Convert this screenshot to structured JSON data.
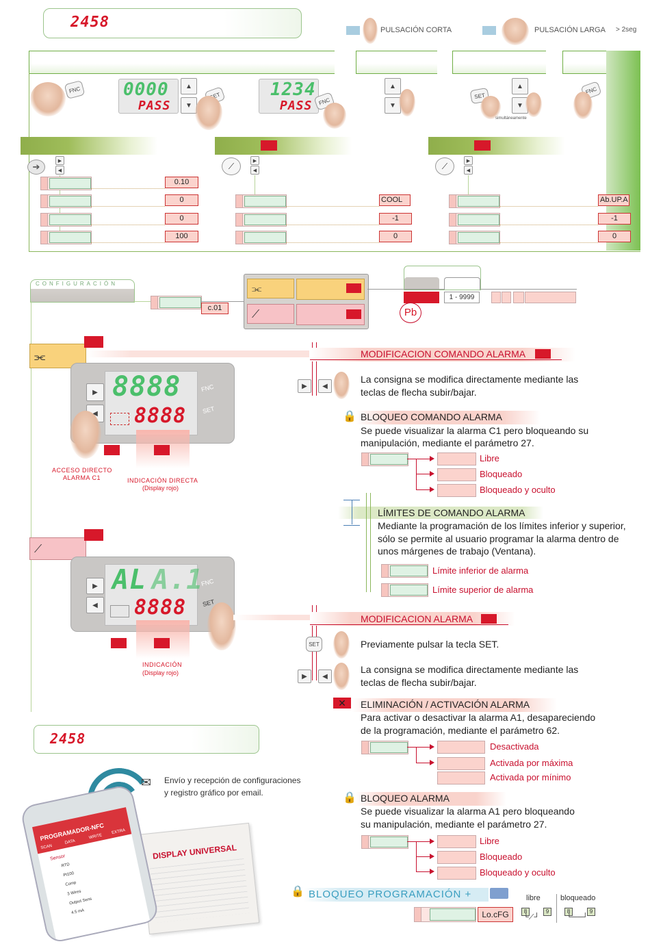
{
  "top_code": "2458",
  "legend": {
    "short_press": "PULSACIÓN CORTA",
    "long_press": "PULSACIÓN LARGA",
    "long_press_time": "> 2seg"
  },
  "access": {
    "display1_top": "0000",
    "display1_bottom": "PASS",
    "display2_top": "1234",
    "display2_bottom": "PASS",
    "simultaneous": "simultáneamente"
  },
  "keys": {
    "fnc": "FNC",
    "set": "SET"
  },
  "columns": [
    {
      "values": [
        "0.10",
        "0",
        "0",
        "100"
      ]
    },
    {
      "values": [
        "COOL",
        "-1",
        "0"
      ]
    },
    {
      "values": [
        "Ab.UP.A",
        "-1",
        "0"
      ]
    }
  ],
  "config": {
    "label": "CONFIGURACIÓN",
    "code": "c.01",
    "range": "1 - 9999",
    "pb": "Pb"
  },
  "section1": {
    "title": "MODIFICACION COMANDO ALARMA",
    "text": [
      "La consigna se modifica directamente mediante las",
      "teclas de flecha subir/bajar."
    ],
    "lock_title": "BLOQUEO COMANDO ALARMA",
    "lock_text": [
      "Se puede visualizar la alarma C1 pero bloqueando su",
      "manipulación, mediante el parámetro 27."
    ],
    "options": [
      "Libre",
      "Bloqueado",
      "Bloqueado y oculto"
    ],
    "limits_title": "LÍMITES DE COMANDO ALARMA",
    "limits_text": [
      "Mediante la programación de los límites inferior y superior,",
      "sólo se permite al usuario programar la alarma dentro de",
      "unos márgenes de trabajo (Ventana)."
    ],
    "limits_options": [
      "Límite inferior de alarma",
      "Límite superior de alarma"
    ]
  },
  "device1": {
    "top": "8888",
    "bottom": "8888",
    "label_left": [
      "ACCESO DIRECTO",
      "ALARMA C1"
    ],
    "label_right": [
      "INDICACIÓN DIRECTA",
      "(Display rojo)"
    ]
  },
  "device2": {
    "top": "AL",
    "top_b": "A.1",
    "bottom": "8888",
    "label": [
      "INDICACIÓN",
      "(Display rojo)"
    ]
  },
  "section2": {
    "title": "MODIFICACION ALARMA",
    "text1": "Previamente pulsar la tecla SET.",
    "text2": [
      "La consigna se modifica directamente mediante las",
      "teclas de flecha subir/bajar."
    ],
    "elim_title": "ELIMINACIÓN / ACTIVACIÓN ALARMA",
    "elim_text": [
      "Para activar o desactivar la alarma A1, desapareciendo",
      "de la programación, mediante el parámetro 62."
    ],
    "elim_options": [
      "Desactivada",
      "Activada por máxima",
      "Activada por mínimo"
    ],
    "lock_title": "BLOQUEO ALARMA",
    "lock_text": [
      "Se puede visualizar la alarma A1 pero bloqueando",
      "su manipulación, mediante el parámetro 27."
    ],
    "options": [
      "Libre",
      "Bloqueado",
      "Bloqueado y oculto"
    ]
  },
  "bottom_code": "2458",
  "email_text": [
    "Envío y recepción de configuraciones",
    "y registro gráfico por email."
  ],
  "phone": {
    "app_title": "PROGRAMADOR-NFC",
    "tabs": [
      "SCAN",
      "DATA",
      "WRITE",
      "EXTRA"
    ],
    "section": "Sensor",
    "rows": [
      "RTD",
      "Pt100",
      "Comp",
      "3 Wires",
      "Output Sens",
      "4.5 mA"
    ]
  },
  "doc": {
    "title": "DISPLAY UNIVERSAL"
  },
  "prog_lock": {
    "title": "BLOQUEO PROGRAMACIÓN +",
    "code": "Lo.cFG",
    "free": "libre",
    "locked": "bloqueado",
    "term_a": "8",
    "term_b": "9"
  }
}
